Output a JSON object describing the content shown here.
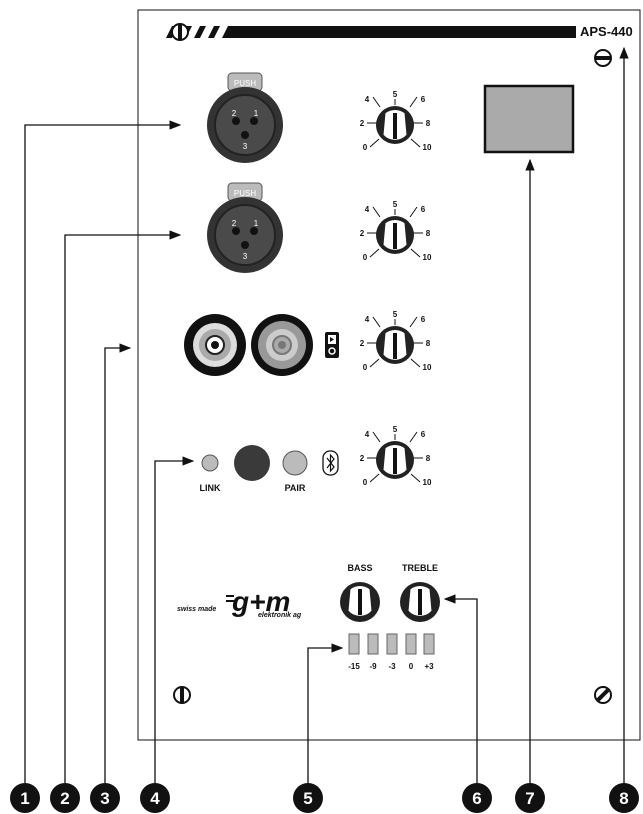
{
  "model": "APS-440",
  "xlr_inputs": [
    {
      "push_label": "PUSH",
      "pins": [
        "2",
        "1",
        "3"
      ]
    },
    {
      "push_label": "PUSH",
      "pins": [
        "2",
        "1",
        "3"
      ]
    }
  ],
  "level_scale": [
    "4",
    "5",
    "6",
    "2",
    "8",
    "0",
    "10"
  ],
  "bluetooth": {
    "link_label": "LINK",
    "pair_label": "PAIR"
  },
  "tone": {
    "bass_label": "BASS",
    "treble_label": "TREBLE"
  },
  "eq_scale": [
    "-15",
    "-9",
    "-3",
    "0",
    "+3"
  ],
  "brand": {
    "tagline": "swiss made",
    "company": "elektronik ag",
    "logo": "g+m"
  },
  "callouts": [
    "1",
    "2",
    "3",
    "4",
    "5",
    "6",
    "7",
    "8"
  ]
}
